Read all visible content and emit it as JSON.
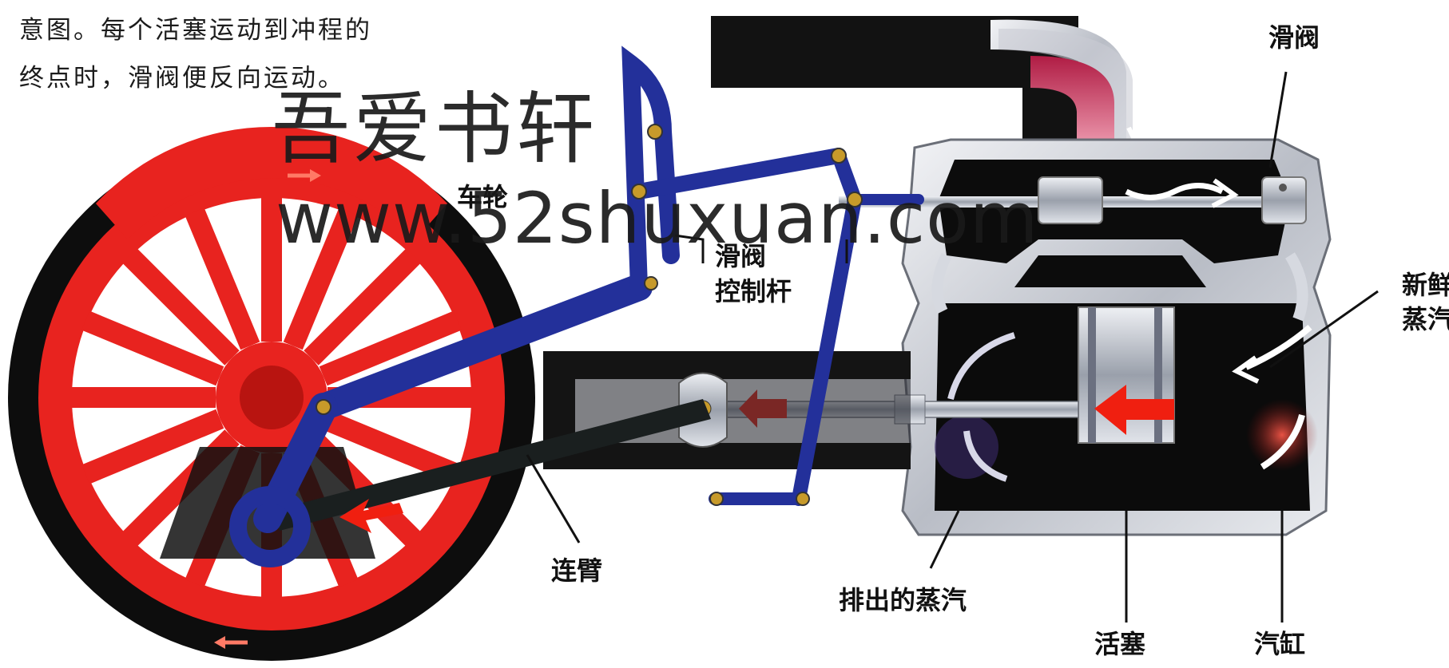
{
  "caption": {
    "line1": "意图。每个活塞运动到冲程的",
    "line2": "终点时，滑阀便反向运动。"
  },
  "labels": {
    "slide_valve": "滑阀",
    "wheel": "车轮",
    "slide_valve_rod_1": "滑阀",
    "slide_valve_rod_2": "控制杆",
    "fresh_steam_1": "新鲜",
    "fresh_steam_2": "蒸汽",
    "connecting_rod": "连臂",
    "exhaust_steam": "排出的蒸汽",
    "piston": "活塞",
    "cylinder": "汽缸"
  },
  "watermark": {
    "line1": "吾爱书轩",
    "line2": "www.52shuxuan.com"
  },
  "colors": {
    "wheel_red": "#e8231f",
    "rod_blue": "#23309a",
    "dark": "#0b0b0b",
    "steam_pink": "#d9365a",
    "arrow_red": "#f01f10",
    "metal": "#c9ccd4"
  }
}
